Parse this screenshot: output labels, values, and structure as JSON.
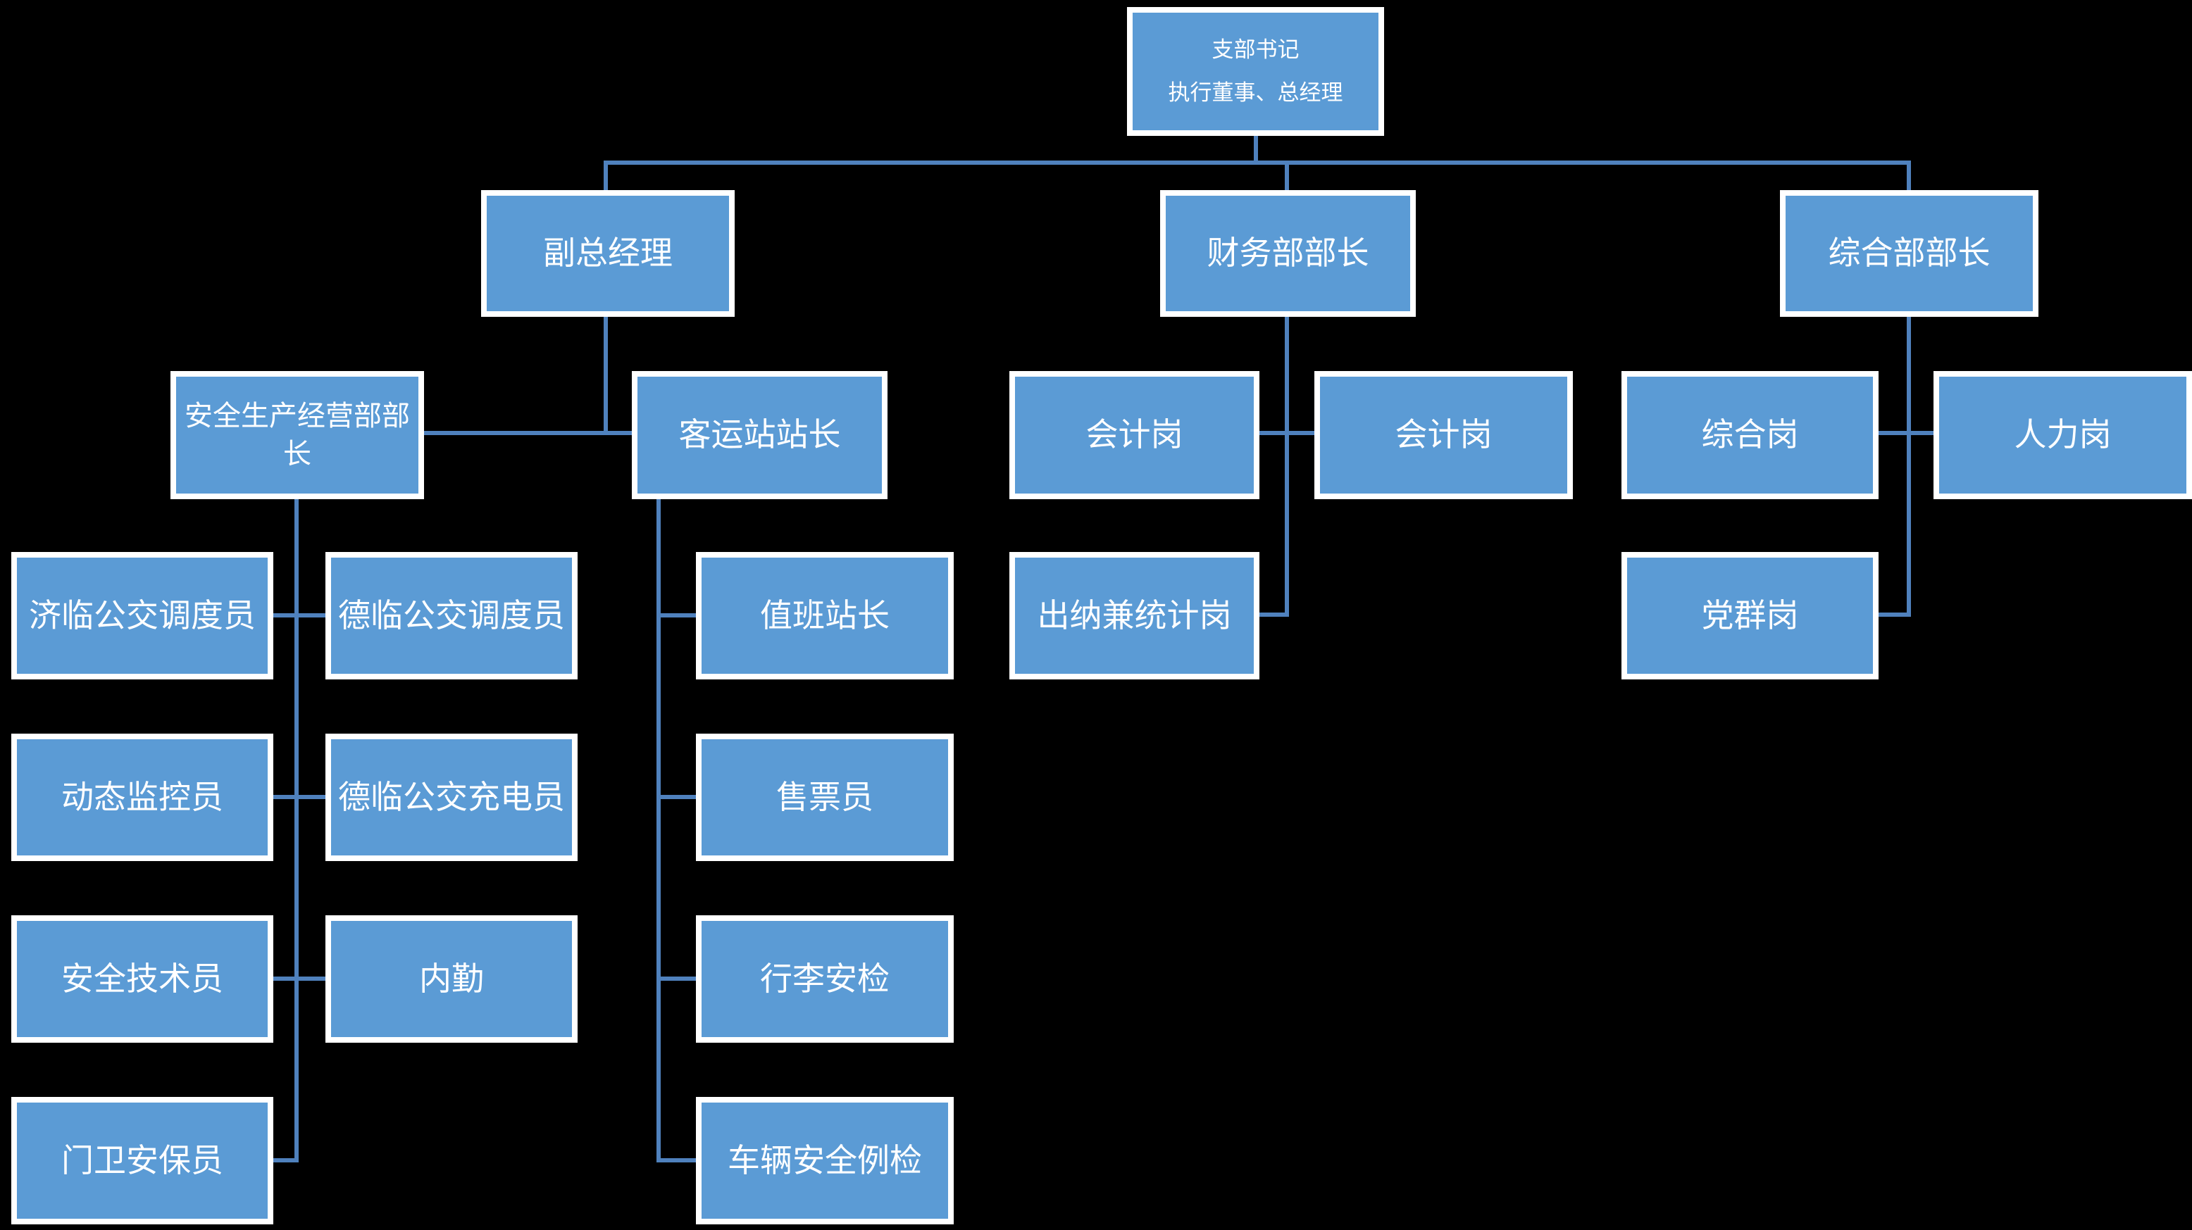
{
  "diagram": {
    "type": "org-chart",
    "colors": {
      "background": "#000000",
      "node_fill": "#5B9BD5",
      "node_border": "#FFFFFF",
      "node_text": "#FFFFFF",
      "connector": "#4F81BD"
    },
    "nodes": {
      "branch_secretary": {
        "line1": "支部书记",
        "line2": "执行董事、总经理"
      },
      "deputy_gm": {
        "label": "副总经理"
      },
      "finance_head": {
        "label": "财务部部长"
      },
      "general_dept_head": {
        "label": "综合部部长"
      },
      "safety_dept_head": {
        "label": "安全生产经营部部长"
      },
      "station_master": {
        "label": "客运站站长"
      },
      "accountant_1": {
        "label": "会计岗"
      },
      "accountant_2": {
        "label": "会计岗"
      },
      "general_post": {
        "label": "综合岗"
      },
      "hr_post": {
        "label": "人力岗"
      },
      "jilin_bus_dispatcher": {
        "label": "济临公交调度员"
      },
      "delin_bus_dispatcher": {
        "label": "德临公交调度员"
      },
      "duty_station_master": {
        "label": "值班站长"
      },
      "cashier_statistician": {
        "label": "出纳兼统计岗"
      },
      "party_mass_post": {
        "label": "党群岗"
      },
      "dynamic_monitor": {
        "label": "动态监控员"
      },
      "delin_bus_charger": {
        "label": "德临公交充电员"
      },
      "ticket_seller": {
        "label": "售票员"
      },
      "safety_technician": {
        "label": "安全技术员"
      },
      "office_clerk": {
        "label": "内勤"
      },
      "baggage_security": {
        "label": "行李安检"
      },
      "gate_guard": {
        "label": "门卫安保员"
      },
      "vehicle_safety_inspection": {
        "label": "车辆安全例检"
      }
    },
    "hierarchy": {
      "支部书记 执行董事、总经理": [
        "副总经理",
        "财务部部长",
        "综合部部长"
      ],
      "副总经理": [
        "安全生产经营部部长",
        "客运站站长"
      ],
      "安全生产经营部部长": [
        "济临公交调度员",
        "德临公交调度员",
        "动态监控员",
        "德临公交充电员",
        "安全技术员",
        "内勤",
        "门卫安保员"
      ],
      "客运站站长": [
        "值班站长",
        "售票员",
        "行李安检",
        "车辆安全例检"
      ],
      "财务部部长": [
        "会计岗",
        "会计岗",
        "出纳兼统计岗"
      ],
      "综合部部长": [
        "综合岗",
        "人力岗",
        "党群岗"
      ]
    }
  }
}
